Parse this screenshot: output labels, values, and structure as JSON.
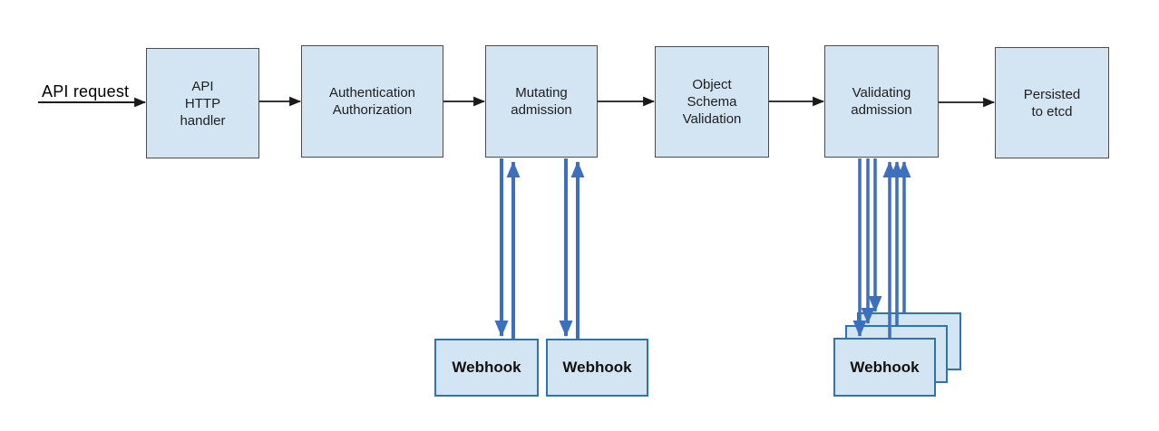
{
  "diagram": {
    "entry_label": "API request",
    "pipeline": [
      {
        "label": "API\nHTTP\nhandler"
      },
      {
        "label": "Authentication\nAuthorization"
      },
      {
        "label": "Mutating\nadmission"
      },
      {
        "label": "Object\nSchema\nValidation"
      },
      {
        "label": "Validating\nadmission"
      },
      {
        "label": "Persisted\nto etcd"
      }
    ],
    "webhooks": {
      "mutating": [
        "Webhook",
        "Webhook"
      ],
      "validating": [
        "Webhook",
        "Webhook",
        "Webhook"
      ]
    },
    "colors": {
      "box_fill": "#d3e4f2",
      "box_border": "#4d4d4d",
      "webhook_border": "#2e74b5",
      "flow_arrow": "#1a1a1a",
      "webhook_arrow": "#3c6fbe"
    }
  }
}
